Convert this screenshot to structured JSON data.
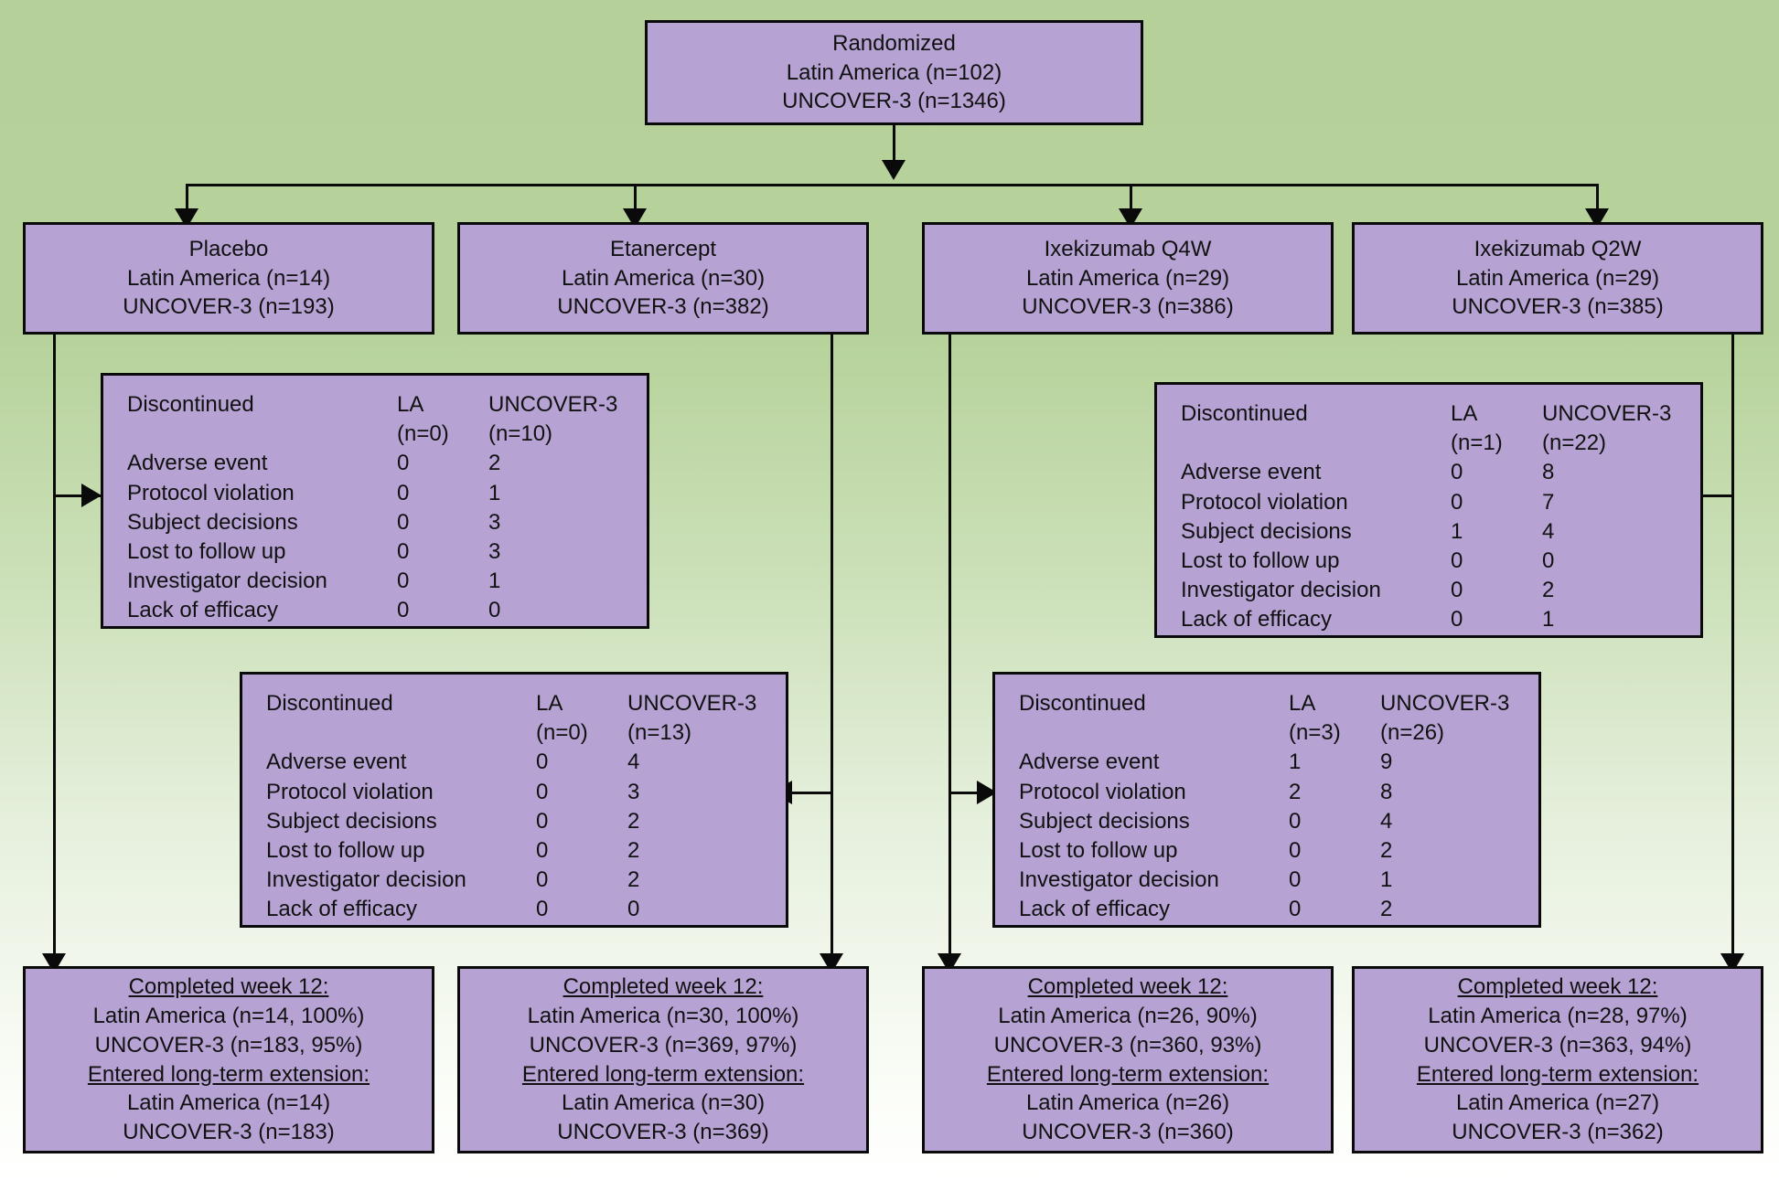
{
  "diagram": {
    "title": "CONSORT patient disposition flow diagram",
    "colors": {
      "box_fill": "#b6a3d4",
      "box_border": "#0a0a0a",
      "background_top": "#b5d199",
      "background_bottom": "#ffffff"
    }
  },
  "root": {
    "title": "Randomized",
    "line_la": "Latin America (n=102)",
    "line_u3": "UNCOVER-3 (n=1346)"
  },
  "arms": [
    {
      "key": "placebo",
      "title": "Placebo",
      "line_la": "Latin America (n=14)",
      "line_u3": "UNCOVER-3 (n=193)"
    },
    {
      "key": "etanercept",
      "title": "Etanercept",
      "line_la": "Latin America (n=30)",
      "line_u3": "UNCOVER-3 (n=382)"
    },
    {
      "key": "ixekizumab-q4w",
      "title": "Ixekizumab Q4W",
      "line_la": "Latin America (n=29)",
      "line_u3": "UNCOVER-3 (n=386)"
    },
    {
      "key": "ixekizumab-q2w",
      "title": "Ixekizumab Q2W",
      "line_la": "Latin America (n=29)",
      "line_u3": "UNCOVER-3 (n=385)"
    }
  ],
  "discontinued": [
    {
      "key": "placebo",
      "header": {
        "title": "Discontinued",
        "col_la": "LA",
        "col_u3": "UNCOVER-3"
      },
      "subheader": {
        "la": "(n=0)",
        "u3": "(n=10)"
      },
      "rows": [
        {
          "label": "Adverse event",
          "la": "0",
          "u3": "2"
        },
        {
          "label": "Protocol violation",
          "la": "0",
          "u3": "1"
        },
        {
          "label": "Subject decisions",
          "la": "0",
          "u3": "3"
        },
        {
          "label": "Lost to follow up",
          "la": "0",
          "u3": "3"
        },
        {
          "label": "Investigator decision",
          "la": "0",
          "u3": "1"
        },
        {
          "label": "Lack of efficacy",
          "la": "0",
          "u3": "0"
        }
      ]
    },
    {
      "key": "ixekizumab-q2w",
      "header": {
        "title": "Discontinued",
        "col_la": "LA",
        "col_u3": "UNCOVER-3"
      },
      "subheader": {
        "la": "(n=1)",
        "u3": "(n=22)"
      },
      "rows": [
        {
          "label": "Adverse event",
          "la": "0",
          "u3": "8"
        },
        {
          "label": "Protocol violation",
          "la": "0",
          "u3": "7"
        },
        {
          "label": "Subject decisions",
          "la": "1",
          "u3": "4"
        },
        {
          "label": "Lost to follow up",
          "la": "0",
          "u3": "0"
        },
        {
          "label": "Investigator decision",
          "la": "0",
          "u3": "2"
        },
        {
          "label": "Lack of efficacy",
          "la": "0",
          "u3": "1"
        }
      ]
    },
    {
      "key": "etanercept",
      "header": {
        "title": "Discontinued",
        "col_la": "LA",
        "col_u3": "UNCOVER-3"
      },
      "subheader": {
        "la": "(n=0)",
        "u3": "(n=13)"
      },
      "rows": [
        {
          "label": "Adverse event",
          "la": "0",
          "u3": "4"
        },
        {
          "label": "Protocol violation",
          "la": "0",
          "u3": "3"
        },
        {
          "label": "Subject decisions",
          "la": "0",
          "u3": "2"
        },
        {
          "label": "Lost to follow up",
          "la": "0",
          "u3": "2"
        },
        {
          "label": "Investigator decision",
          "la": "0",
          "u3": "2"
        },
        {
          "label": "Lack of efficacy",
          "la": "0",
          "u3": "0"
        }
      ]
    },
    {
      "key": "ixekizumab-q4w",
      "header": {
        "title": "Discontinued",
        "col_la": "LA",
        "col_u3": "UNCOVER-3"
      },
      "subheader": {
        "la": "(n=3)",
        "u3": "(n=26)"
      },
      "rows": [
        {
          "label": "Adverse event",
          "la": "1",
          "u3": "9"
        },
        {
          "label": "Protocol violation",
          "la": "2",
          "u3": "8"
        },
        {
          "label": "Subject decisions",
          "la": "0",
          "u3": "4"
        },
        {
          "label": "Lost to follow up",
          "la": "0",
          "u3": "2"
        },
        {
          "label": "Investigator decision",
          "la": "0",
          "u3": "1"
        },
        {
          "label": "Lack of efficacy",
          "la": "0",
          "u3": "2"
        }
      ]
    }
  ],
  "completed": [
    {
      "key": "placebo",
      "completed_heading": "Completed week 12:",
      "completed_la": "Latin America (n=14, 100%)",
      "completed_u3": "UNCOVER-3 (n=183, 95%)",
      "extension_heading": "Entered long-term extension:",
      "extension_la": "Latin America (n=14)",
      "extension_u3": "UNCOVER-3 (n=183)"
    },
    {
      "key": "etanercept",
      "completed_heading": "Completed week 12:",
      "completed_la": "Latin America (n=30, 100%)",
      "completed_u3": "UNCOVER-3 (n=369, 97%)",
      "extension_heading": "Entered long-term extension:",
      "extension_la": "Latin America (n=30)",
      "extension_u3": "UNCOVER-3 (n=369)"
    },
    {
      "key": "ixekizumab-q4w",
      "completed_heading": "Completed week 12:",
      "completed_la": "Latin America (n=26, 90%)",
      "completed_u3": "UNCOVER-3 (n=360, 93%)",
      "extension_heading": "Entered long-term extension:",
      "extension_la": "Latin America (n=26)",
      "extension_u3": "UNCOVER-3 (n=360)"
    },
    {
      "key": "ixekizumab-q2w",
      "completed_heading": "Completed week 12:",
      "completed_la": "Latin America (n=28, 97%)",
      "completed_u3": "UNCOVER-3 (n=363, 94%)",
      "extension_heading": "Entered long-term extension:",
      "extension_la": "Latin America (n=27)",
      "extension_u3": "UNCOVER-3 (n=362)"
    }
  ]
}
